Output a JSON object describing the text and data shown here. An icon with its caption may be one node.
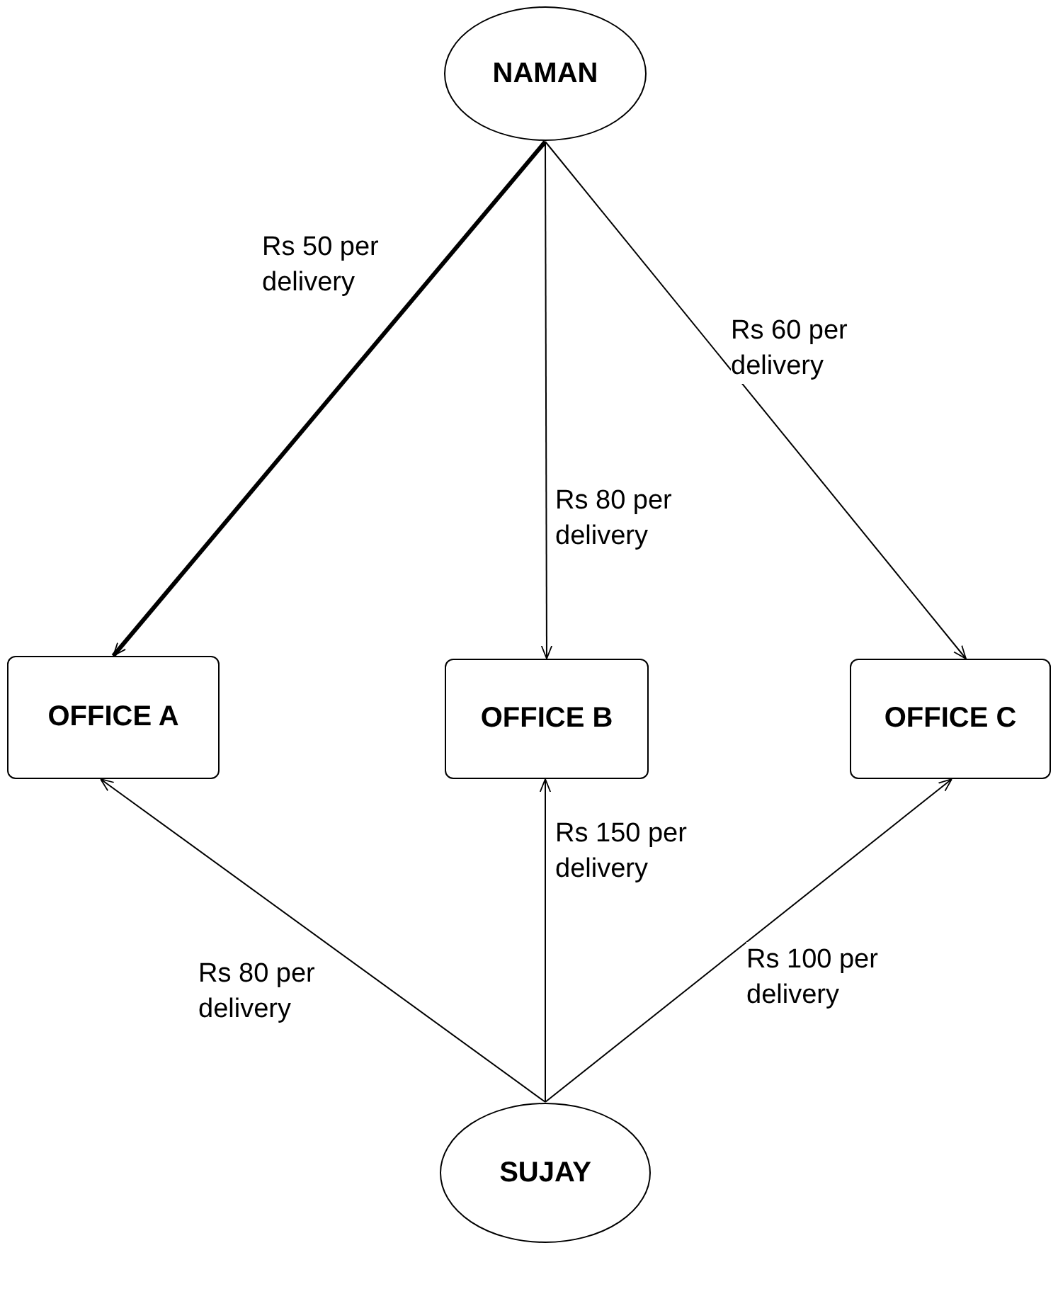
{
  "diagram": {
    "nodes": [
      {
        "text": [
          "NAMAN"
        ]
      },
      {
        "text": [
          "OFFICE A"
        ]
      },
      {
        "text": [
          "OFFICE B"
        ]
      },
      {
        "text": [
          "OFFICE C"
        ]
      },
      {
        "text": [
          "SUJAY"
        ]
      }
    ],
    "edges": [
      {
        "from": 0,
        "to": 1,
        "arrow": "to",
        "label": "Rs 50 per delivery",
        "style": "thick"
      },
      {
        "from": 0,
        "to": 2,
        "arrow": "to",
        "label": "Rs 80 per delivery"
      },
      {
        "from": 0,
        "to": 3,
        "arrow": "to",
        "label": "Rs 60 per delivery"
      },
      {
        "from": 4,
        "to": 1,
        "arrow": "to",
        "label": "Rs 80 per delivery"
      },
      {
        "from": 4,
        "to": 2,
        "arrow": "to",
        "label": "Rs 150 per delivery"
      },
      {
        "from": 4,
        "to": 3,
        "arrow": "to",
        "label": "Rs 100 per delivery"
      }
    ]
  }
}
